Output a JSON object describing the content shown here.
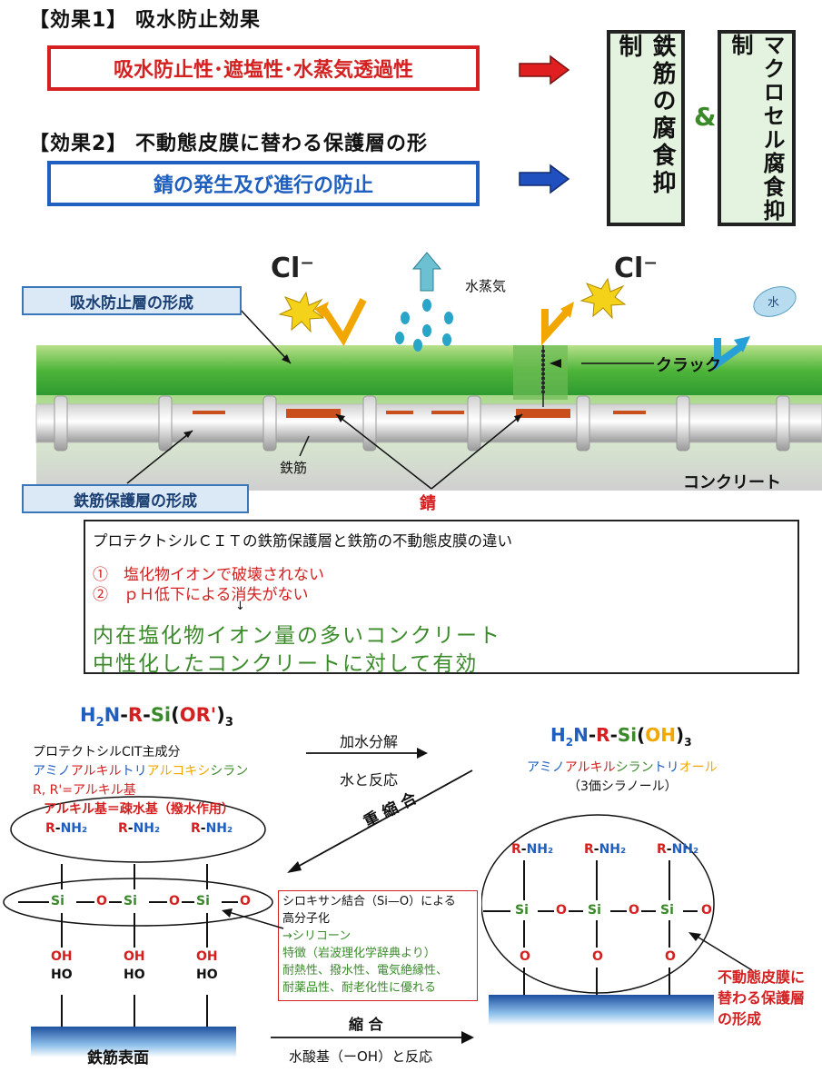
{
  "effect1": {
    "heading": "【効果1】 吸水防止効果",
    "box_text": "吸水防止性･遮塩性･水蒸気透過性"
  },
  "effect2": {
    "heading": "【効果2】 不動態皮膜に替わる保護層の形",
    "box_text": "錆の発生及び進行の防止"
  },
  "results": {
    "left": "鉄筋の腐食抑制",
    "ampersand": "&",
    "right": "マクロセル腐食抑制"
  },
  "illustration": {
    "label_top": "吸水防止層の形成",
    "label_bottom": "鉄筋保護層の形成",
    "cl_left": "Cl⁻",
    "cl_right": "Cl⁻",
    "vapor": "水蒸気",
    "water": "水",
    "crack": "クラック",
    "rebar": "鉄筋",
    "concrete": "コンクリート",
    "rust": "錆"
  },
  "comparison": {
    "title": "プロテクトシルＣＩＴの鉄筋保護層と鉄筋の不動態皮膜の違い",
    "item1": "①　塩化物イオンで破壊されない",
    "item2": "②　ｐＨ低下による消失がない",
    "down_arrow": "↓",
    "effect_line1": "内在塩化物イオン量の多いコンクリート",
    "effect_line2": "中性化したコンクリートに対して有効"
  },
  "chemistry": {
    "formula_left": {
      "a": "H",
      "sub1": "2",
      "b": "N",
      "dash1": "-",
      "r": "R",
      "dash2": "-",
      "si": "Si",
      "par_open": "(",
      "or": "OR'",
      "par_close": ")",
      "sub2": "3"
    },
    "component_label": "プロテクトシルCIT主成分",
    "component_name_a": "アミノ",
    "component_name_b": "アルキル",
    "component_name_c": "トリ",
    "component_name_d": "アルコキシ",
    "component_name_e": "シラン",
    "r_note_r": "R, R'",
    "r_note_rest": "=アルキル基",
    "hydrolysis": "加水分解",
    "react_water": "水と反応",
    "formula_right": {
      "a": "H",
      "sub1": "2",
      "b": "N",
      "dash1": "-",
      "r": "R",
      "dash2": "-",
      "si": "Si",
      "par_open": "(",
      "oh": "OH",
      "par_close": ")",
      "sub2": "3"
    },
    "silanetriol_a": "アミノ",
    "silanetriol_b": "アルキル",
    "silanetriol_c": "シラン",
    "silanetriol_d": "トリ",
    "silanetriol_e": "オール",
    "silanol_note": "（3価シラノール）",
    "polycondensation": "重 縮 合",
    "alkyl_note": "アルキル基＝疎水基（撥水作用）",
    "rnh2": "R-NH₂",
    "si": "Si",
    "o": "O",
    "oh": "OH",
    "ho": "HO",
    "siloxane_box": [
      "シロキサン結合（Si—O）による",
      "高分子化",
      "→シリコーン",
      "特徴（岩波理化学辞典より）",
      "耐熱性、撥水性、電気絶縁性、",
      "耐薬品性、耐老化性に優れる"
    ],
    "condensation": "縮 合",
    "react_oh": "水酸基（ーOH）と反応",
    "rebar_surface": "鉄筋表面",
    "passive_note": [
      "不動態皮膜に",
      "替わる保護層",
      "の形成"
    ]
  },
  "colors": {
    "red": "#d42020",
    "blue": "#1f5fbf",
    "green": "#3a8a2a",
    "orange": "#f2a700",
    "box_green": "#e4f3df"
  }
}
